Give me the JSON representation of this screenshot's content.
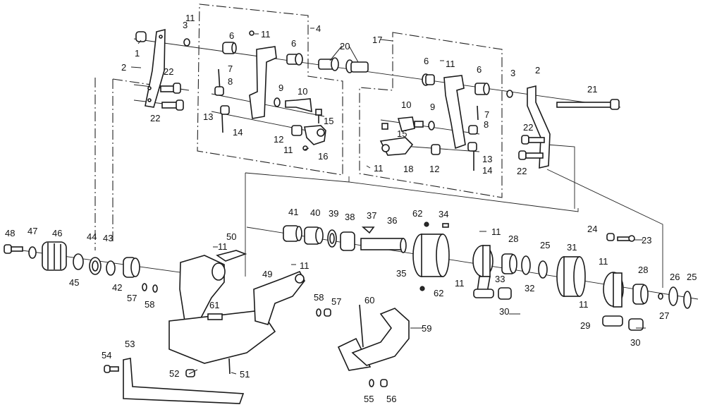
{
  "diagram": {
    "type": "exploded-parts-view",
    "subject": "Pedal / lever linkage assembly",
    "callouts": [
      {
        "id": "c1",
        "label": "1"
      },
      {
        "id": "c2a",
        "label": "2"
      },
      {
        "id": "c2b",
        "label": "2"
      },
      {
        "id": "c3a",
        "label": "3"
      },
      {
        "id": "c3b",
        "label": "3"
      },
      {
        "id": "c4",
        "label": "4"
      },
      {
        "id": "c6a",
        "label": "6"
      },
      {
        "id": "c6b",
        "label": "6"
      },
      {
        "id": "c6c",
        "label": "6"
      },
      {
        "id": "c6d",
        "label": "6"
      },
      {
        "id": "c7a",
        "label": "7"
      },
      {
        "id": "c7b",
        "label": "7"
      },
      {
        "id": "c8a",
        "label": "8"
      },
      {
        "id": "c8b",
        "label": "8"
      },
      {
        "id": "c9a",
        "label": "9"
      },
      {
        "id": "c9b",
        "label": "9"
      },
      {
        "id": "c10a",
        "label": "10"
      },
      {
        "id": "c10b",
        "label": "10"
      },
      {
        "id": "c11a",
        "label": "11"
      },
      {
        "id": "c11b",
        "label": "11"
      },
      {
        "id": "c11c",
        "label": "11"
      },
      {
        "id": "c11d",
        "label": "11"
      },
      {
        "id": "c11e",
        "label": "11"
      },
      {
        "id": "c11f",
        "label": "11"
      },
      {
        "id": "c11g",
        "label": "11"
      },
      {
        "id": "c11h",
        "label": "11"
      },
      {
        "id": "c11i",
        "label": "11"
      },
      {
        "id": "c11j",
        "label": "11"
      },
      {
        "id": "c11k",
        "label": "11"
      },
      {
        "id": "c12a",
        "label": "12"
      },
      {
        "id": "c12b",
        "label": "12"
      },
      {
        "id": "c13a",
        "label": "13"
      },
      {
        "id": "c13b",
        "label": "13"
      },
      {
        "id": "c14a",
        "label": "14"
      },
      {
        "id": "c14b",
        "label": "14"
      },
      {
        "id": "c15a",
        "label": "15"
      },
      {
        "id": "c15b",
        "label": "15"
      },
      {
        "id": "c16",
        "label": "16"
      },
      {
        "id": "c17",
        "label": "17"
      },
      {
        "id": "c18",
        "label": "18"
      },
      {
        "id": "c20",
        "label": "20"
      },
      {
        "id": "c21",
        "label": "21"
      },
      {
        "id": "c22a",
        "label": "22"
      },
      {
        "id": "c22b",
        "label": "22"
      },
      {
        "id": "c22c",
        "label": "22"
      },
      {
        "id": "c22d",
        "label": "22"
      },
      {
        "id": "c23",
        "label": "23"
      },
      {
        "id": "c24",
        "label": "24"
      },
      {
        "id": "c25a",
        "label": "25"
      },
      {
        "id": "c25b",
        "label": "25"
      },
      {
        "id": "c26",
        "label": "26"
      },
      {
        "id": "c27",
        "label": "27"
      },
      {
        "id": "c28a",
        "label": "28"
      },
      {
        "id": "c28b",
        "label": "28"
      },
      {
        "id": "c29",
        "label": "29"
      },
      {
        "id": "c30a",
        "label": "30"
      },
      {
        "id": "c30b",
        "label": "30"
      },
      {
        "id": "c31",
        "label": "31"
      },
      {
        "id": "c32",
        "label": "32"
      },
      {
        "id": "c33",
        "label": "33"
      },
      {
        "id": "c34",
        "label": "34"
      },
      {
        "id": "c35",
        "label": "35"
      },
      {
        "id": "c36",
        "label": "36"
      },
      {
        "id": "c37",
        "label": "37"
      },
      {
        "id": "c38",
        "label": "38"
      },
      {
        "id": "c39",
        "label": "39"
      },
      {
        "id": "c40",
        "label": "40"
      },
      {
        "id": "c41",
        "label": "41"
      },
      {
        "id": "c42",
        "label": "42"
      },
      {
        "id": "c43",
        "label": "43"
      },
      {
        "id": "c44",
        "label": "44"
      },
      {
        "id": "c45",
        "label": "45"
      },
      {
        "id": "c46",
        "label": "46"
      },
      {
        "id": "c47",
        "label": "47"
      },
      {
        "id": "c48",
        "label": "48"
      },
      {
        "id": "c49",
        "label": "49"
      },
      {
        "id": "c50",
        "label": "50"
      },
      {
        "id": "c51",
        "label": "51"
      },
      {
        "id": "c52",
        "label": "52"
      },
      {
        "id": "c53",
        "label": "53"
      },
      {
        "id": "c54",
        "label": "54"
      },
      {
        "id": "c55",
        "label": "55"
      },
      {
        "id": "c56",
        "label": "56"
      },
      {
        "id": "c57a",
        "label": "57"
      },
      {
        "id": "c57b",
        "label": "57"
      },
      {
        "id": "c58a",
        "label": "58"
      },
      {
        "id": "c58b",
        "label": "58"
      },
      {
        "id": "c59",
        "label": "59"
      },
      {
        "id": "c60",
        "label": "60"
      },
      {
        "id": "c61",
        "label": "61"
      },
      {
        "id": "c62a",
        "label": "62"
      },
      {
        "id": "c62b",
        "label": "62"
      }
    ]
  }
}
